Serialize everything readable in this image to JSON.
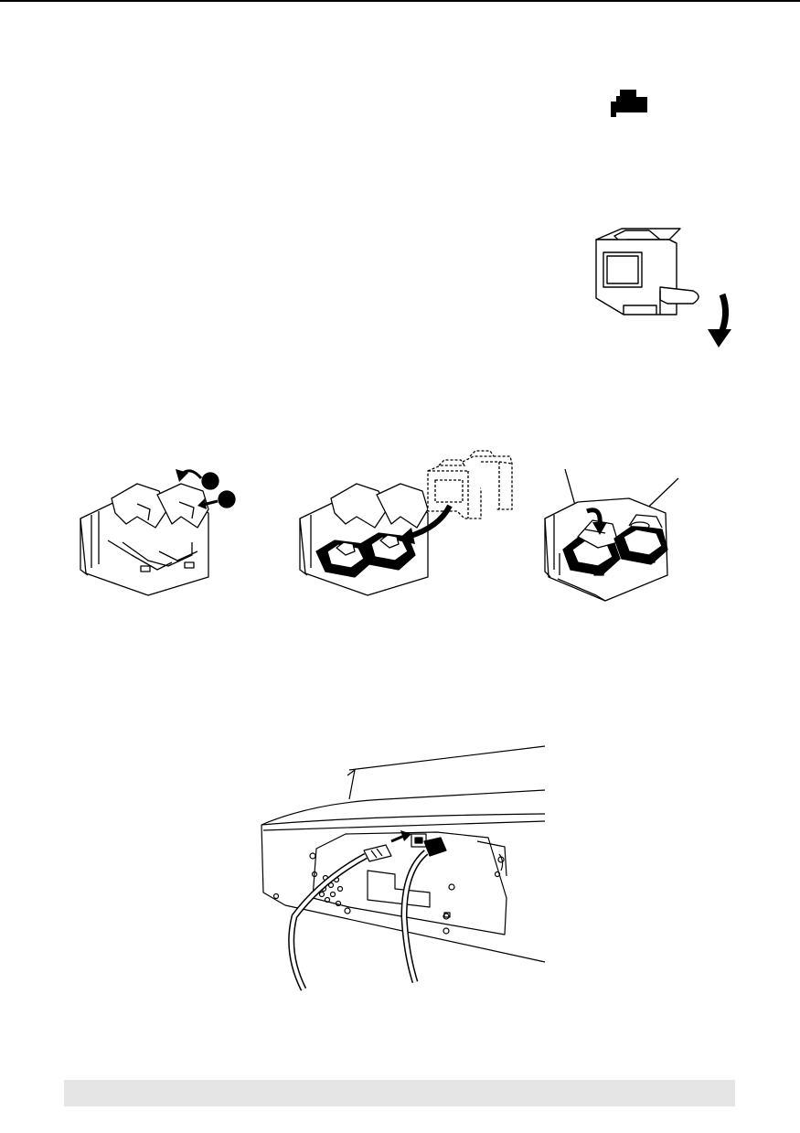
{
  "page": {
    "background": "#ffffff",
    "ink": "#000000",
    "footer_bar_color": "#e5e5e5"
  },
  "icons": {
    "header_marker": "cartridge-silhouette-icon",
    "step_arrow": "curved-arrow-down-icon",
    "callout_dots": "numbered-callout-dot-icon"
  },
  "figures": [
    {
      "name": "cartridge-tab-removal",
      "icon": "print-cartridge-with-tape-tab"
    },
    {
      "name": "cartridge-latches-open",
      "icon": "cartridge-carriage-open-latches"
    },
    {
      "name": "cartridge-insert",
      "icon": "cartridge-carriage-insert"
    },
    {
      "name": "cartridge-latches-close",
      "icon": "cartridge-carriage-close-latches"
    },
    {
      "name": "rear-cable-connection",
      "icon": "printer-rear-usb-power"
    }
  ]
}
